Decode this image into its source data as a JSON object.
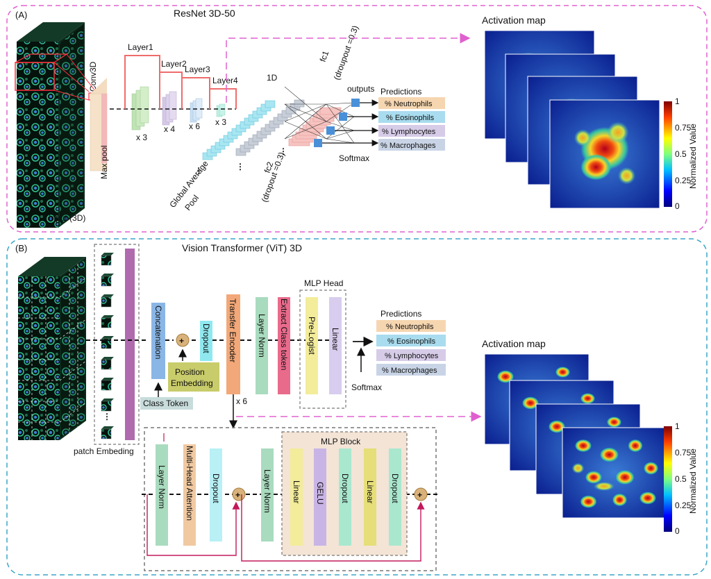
{
  "panel_a": {
    "tag": "(A)",
    "title": "ResNet 3D-50",
    "input_label": "Input (3D)",
    "conv_label": "Conv3D",
    "maxpool_label": "Max pool",
    "layers": [
      "Layer1",
      "Layer2",
      "Layer3",
      "Layer4"
    ],
    "multipliers": [
      "x 3",
      "x 4",
      "x 6",
      "x 3"
    ],
    "oned_label": "1D",
    "gap_label_line1": "Global Average",
    "gap_label_line2": "Pool",
    "fc1_line1": "fc1",
    "fc1_line2": "(droupout =0.3)",
    "fc2_line1": "fc2",
    "fc2_line2": "(dropout =0.3)",
    "outputs_label": "outputs",
    "softmax_label": "Softmax",
    "predictions_title": "Predictions",
    "predictions": [
      "% Neutrophils",
      "% Eosinophils",
      "% Lymphocytes",
      "% Macrophages"
    ],
    "activation_title": "Activation map",
    "colorbar_ticks": [
      "1",
      "0.75",
      "0.5",
      "0.25",
      "0"
    ],
    "colorbar_label": "Normalized Value"
  },
  "panel_b": {
    "tag": "(B)",
    "title": "Vision Transformer (ViT) 3D",
    "patch_label": "patch Embeding",
    "concat_label": "Concatenation",
    "position_line1": "Position",
    "position_line2": "Embedding",
    "dropout_label": "Dropout",
    "class_token_label": "Class Token",
    "transfer_encoder_label": "Transfer Encoder",
    "layer_norm_label": "Layer Norm",
    "extract_label": "Extract Class token",
    "mlp_head_label": "MLP Head",
    "prelogist_label": "Pre-Logist",
    "linear_label": "Linear",
    "x6_label": "x 6",
    "softmax_label": "Softmax",
    "predictions_title": "Predictions",
    "predictions": [
      "% Neutrophils",
      "% Eosinophils",
      "% Lymphocytes",
      "% Macrophages"
    ],
    "activation_title": "Activation map",
    "colorbar_ticks": [
      "1",
      "0.75",
      "0.5",
      "0.25",
      "0"
    ],
    "colorbar_label": "Normalized Value",
    "encoder_block": {
      "layer_norm_1": "Layer Norm",
      "mha": "Multi-Head Attention",
      "dropout_1": "Dropout",
      "layer_norm_2": "Layer Norm",
      "mlp_block_label": "MLP Block",
      "mlp_items": [
        "Linear",
        "GELU",
        "Dropout",
        "Linear",
        "Dropout"
      ]
    }
  },
  "colors": {
    "panel_a_border": "#e060d0",
    "panel_b_border": "#3aa6c8",
    "residual_arrow": "#c2185b",
    "neutrophils": "#f6d6b0",
    "eosinophils": "#a9dcef",
    "lymphocytes": "#d6cce8",
    "macrophages": "#c8d4e6"
  }
}
